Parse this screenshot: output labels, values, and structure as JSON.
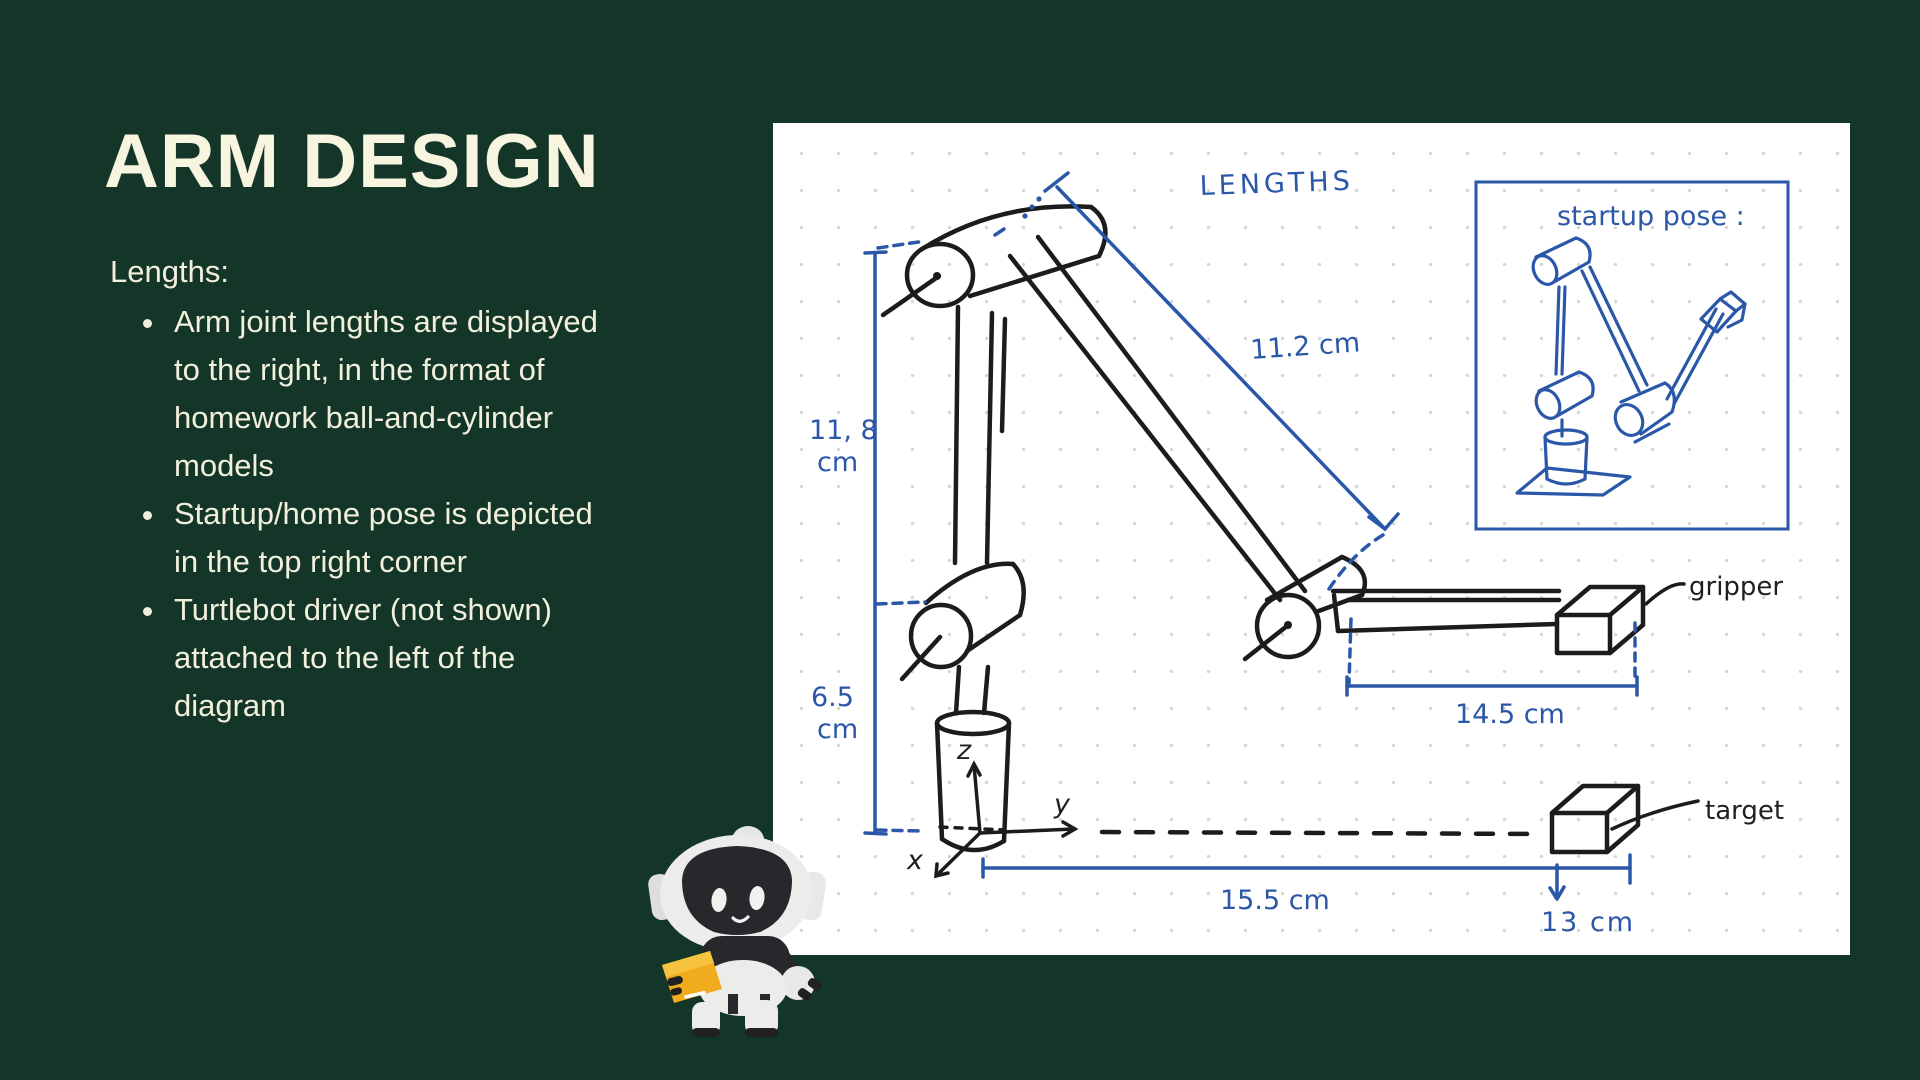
{
  "slide": {
    "title": "ARM DESIGN",
    "intro": "Lengths:",
    "bullets": [
      "Arm joint lengths are displayed\nto the right, in the format of\nhomework ball-and-cylinder\nmodels",
      "Startup/home pose is depicted\nin the top right corner",
      "Turtlebot driver (not shown)\nattached to the left of the\ndiagram"
    ]
  },
  "diagram": {
    "heading": "LENGTHS",
    "inset": {
      "title": "startup pose :"
    },
    "dims": {
      "link1": "11, 8",
      "link1_unit": "cm",
      "link2": "6.5",
      "link2_unit": "cm",
      "link3": "11.2 cm",
      "forearm": "14.5 cm",
      "reach": "15.5 cm",
      "offset": "13 cm"
    },
    "labels": {
      "gripper": "gripper",
      "target": "target"
    },
    "axes": {
      "x": "x",
      "y": "y",
      "z": "z"
    }
  },
  "colors": {
    "background": "#143628",
    "panel": "#ffffff",
    "title_text": "#f7f4df",
    "body_text": "#f2efdd",
    "ink_black": "#1c1c1c",
    "ink_blue": "#2b57a8",
    "mascot_yellow": "#f0ac1c"
  }
}
